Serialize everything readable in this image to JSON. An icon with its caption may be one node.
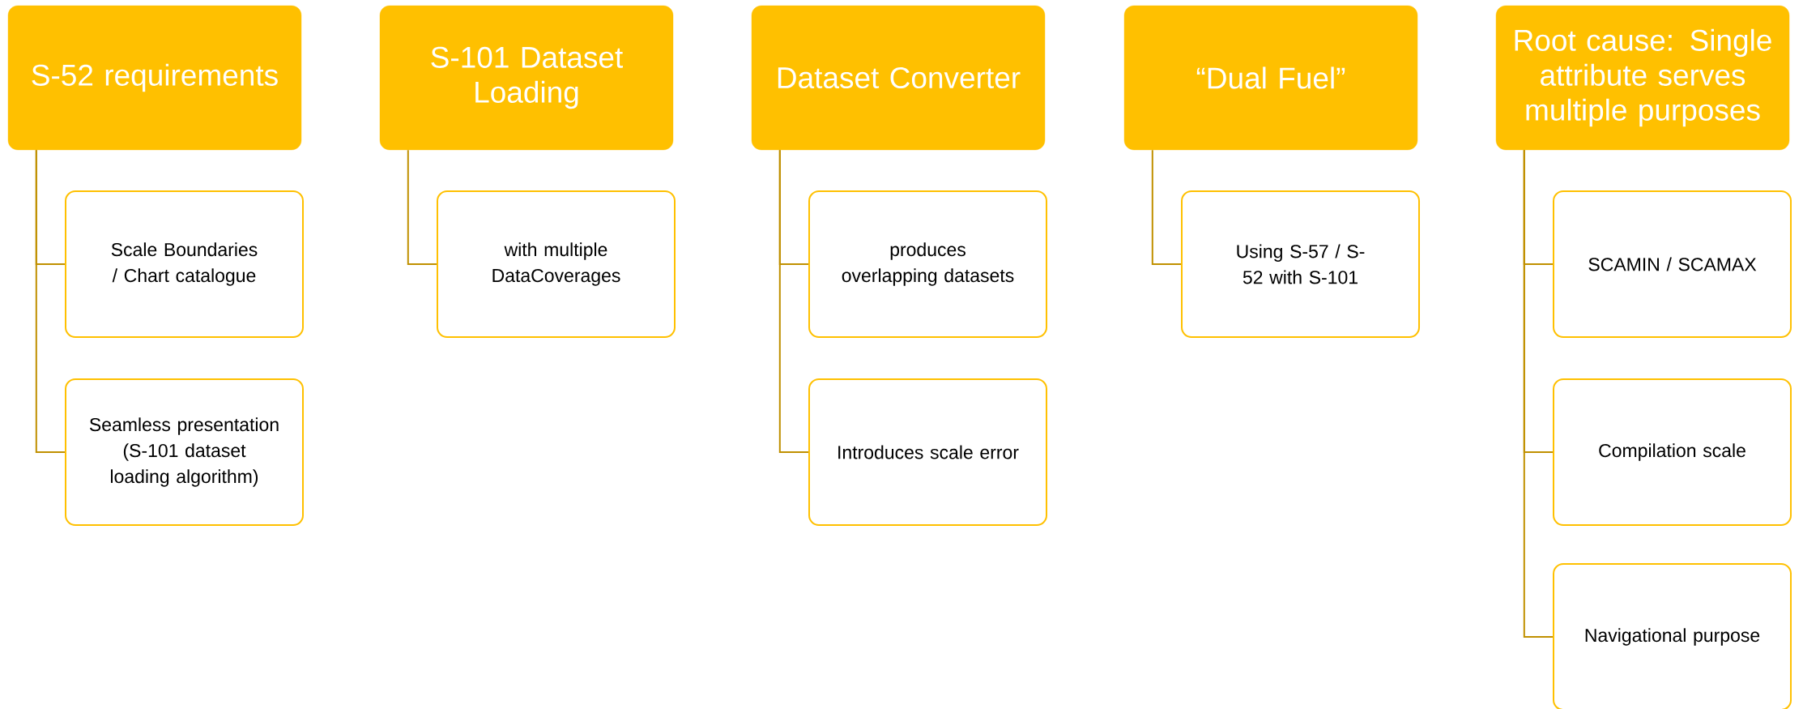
{
  "diagram": {
    "nodes": [
      {
        "text": [
          "S-52 requirements"
        ]
      },
      {
        "text": [
          "Scale Boundaries / Chart catalogue"
        ]
      },
      {
        "text": [
          "Seamless presentation (S-101 dataset loading algorithm)"
        ]
      },
      {
        "text": [
          "S-101 Dataset Loading"
        ]
      },
      {
        "text": [
          "with multiple DataCoverages"
        ]
      },
      {
        "text": [
          "Dataset Converter"
        ]
      },
      {
        "text": [
          "produces overlapping datasets"
        ]
      },
      {
        "text": [
          "Introduces scale error"
        ]
      },
      {
        "text": [
          "“Dual Fuel”"
        ]
      },
      {
        "text": [
          "Using S-57 / S-52 with S-101"
        ]
      },
      {
        "text": [
          "Root cause: Single attribute serves multiple purposes"
        ]
      },
      {
        "text": [
          "SCAMIN / SCAMAX"
        ]
      },
      {
        "text": [
          "Compilation scale"
        ]
      },
      {
        "text": [
          "Navigational purpose"
        ]
      }
    ],
    "edges": [
      {
        "from": 0,
        "to": 1,
        "arrow": "none"
      },
      {
        "from": 0,
        "to": 2,
        "arrow": "none"
      },
      {
        "from": 3,
        "to": 4,
        "arrow": "none"
      },
      {
        "from": 5,
        "to": 6,
        "arrow": "none"
      },
      {
        "from": 5,
        "to": 7,
        "arrow": "none"
      },
      {
        "from": 8,
        "to": 9,
        "arrow": "none"
      },
      {
        "from": 10,
        "to": 11,
        "arrow": "none"
      },
      {
        "from": 10,
        "to": 12,
        "arrow": "none"
      },
      {
        "from": 10,
        "to": 13,
        "arrow": "none"
      }
    ]
  }
}
